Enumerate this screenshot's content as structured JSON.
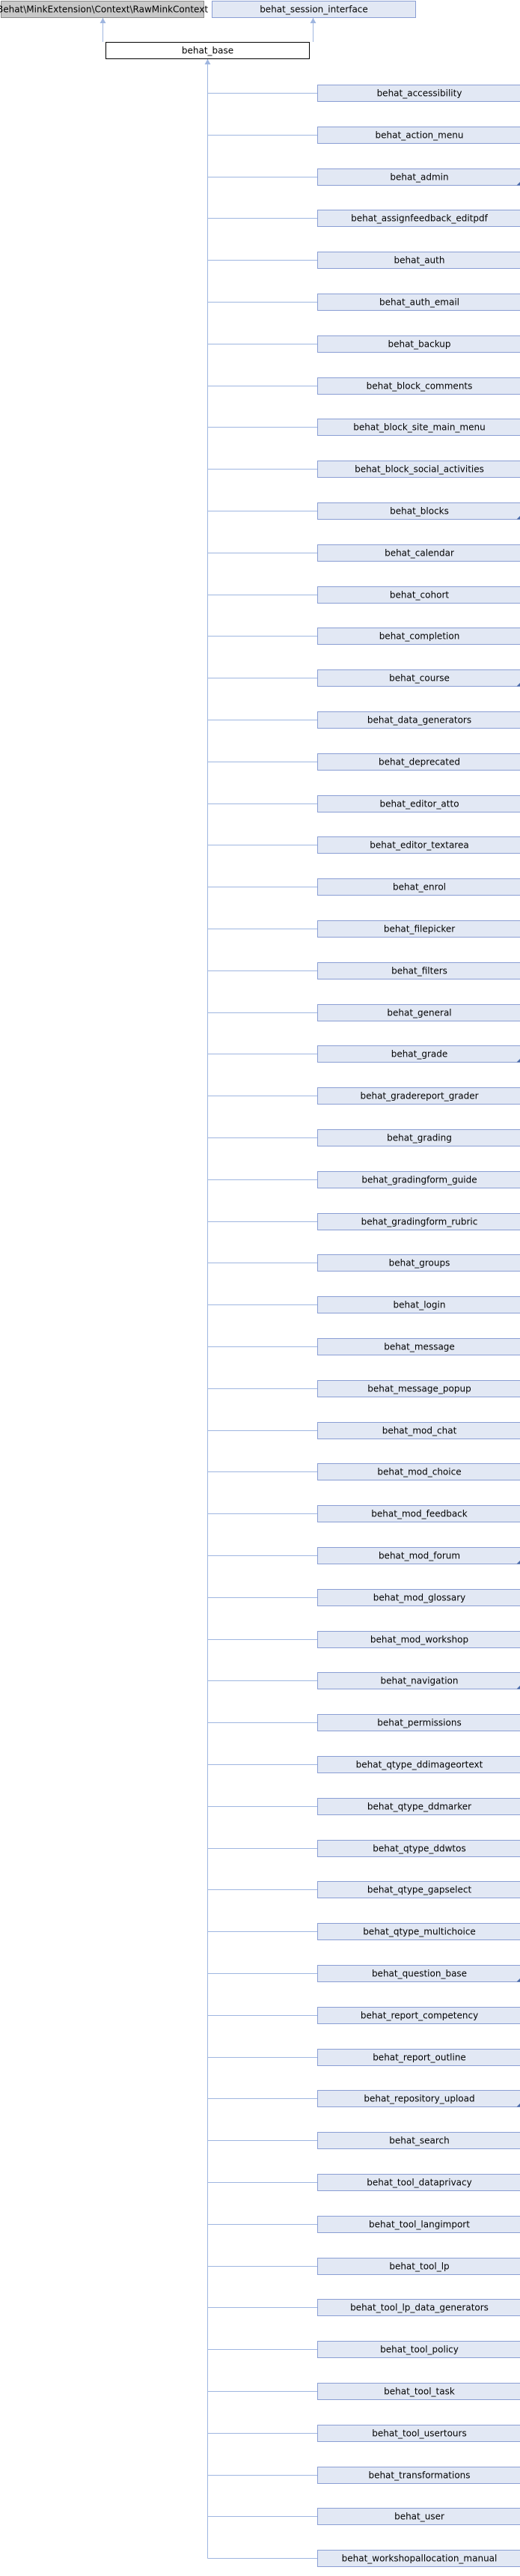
{
  "colors": {
    "node_fill": "#e2e8f4",
    "node_stroke": "#8a9ed4",
    "base_fill": "#ffffff",
    "base_stroke": "#000000",
    "external_fill": "#c8c8c8",
    "external_stroke": "#8a8a8a",
    "edge": "#9fb6e0",
    "fold_marker": "#4a6aa8"
  },
  "parents": [
    {
      "label": "Behat\\MinkExtension\\Context\\RawMinkContext",
      "kind": "external"
    },
    {
      "label": "behat_session_interface",
      "kind": "interface"
    }
  ],
  "base": {
    "label": "behat_base"
  },
  "children": [
    {
      "label": "behat_accessibility",
      "has_more": false
    },
    {
      "label": "behat_action_menu",
      "has_more": false
    },
    {
      "label": "behat_admin",
      "has_more": true
    },
    {
      "label": "behat_assignfeedback_editpdf",
      "has_more": false
    },
    {
      "label": "behat_auth",
      "has_more": false
    },
    {
      "label": "behat_auth_email",
      "has_more": false
    },
    {
      "label": "behat_backup",
      "has_more": false
    },
    {
      "label": "behat_block_comments",
      "has_more": false
    },
    {
      "label": "behat_block_site_main_menu",
      "has_more": false
    },
    {
      "label": "behat_block_social_activities",
      "has_more": false
    },
    {
      "label": "behat_blocks",
      "has_more": true
    },
    {
      "label": "behat_calendar",
      "has_more": false
    },
    {
      "label": "behat_cohort",
      "has_more": false
    },
    {
      "label": "behat_completion",
      "has_more": false
    },
    {
      "label": "behat_course",
      "has_more": true
    },
    {
      "label": "behat_data_generators",
      "has_more": false
    },
    {
      "label": "behat_deprecated",
      "has_more": false
    },
    {
      "label": "behat_editor_atto",
      "has_more": false
    },
    {
      "label": "behat_editor_textarea",
      "has_more": false
    },
    {
      "label": "behat_enrol",
      "has_more": false
    },
    {
      "label": "behat_filepicker",
      "has_more": false
    },
    {
      "label": "behat_filters",
      "has_more": false
    },
    {
      "label": "behat_general",
      "has_more": false
    },
    {
      "label": "behat_grade",
      "has_more": true
    },
    {
      "label": "behat_gradereport_grader",
      "has_more": false
    },
    {
      "label": "behat_grading",
      "has_more": false
    },
    {
      "label": "behat_gradingform_guide",
      "has_more": false
    },
    {
      "label": "behat_gradingform_rubric",
      "has_more": false
    },
    {
      "label": "behat_groups",
      "has_more": false
    },
    {
      "label": "behat_login",
      "has_more": false
    },
    {
      "label": "behat_message",
      "has_more": false
    },
    {
      "label": "behat_message_popup",
      "has_more": false
    },
    {
      "label": "behat_mod_chat",
      "has_more": false
    },
    {
      "label": "behat_mod_choice",
      "has_more": false
    },
    {
      "label": "behat_mod_feedback",
      "has_more": false
    },
    {
      "label": "behat_mod_forum",
      "has_more": true
    },
    {
      "label": "behat_mod_glossary",
      "has_more": false
    },
    {
      "label": "behat_mod_workshop",
      "has_more": false
    },
    {
      "label": "behat_navigation",
      "has_more": true
    },
    {
      "label": "behat_permissions",
      "has_more": false
    },
    {
      "label": "behat_qtype_ddimageortext",
      "has_more": false
    },
    {
      "label": "behat_qtype_ddmarker",
      "has_more": false
    },
    {
      "label": "behat_qtype_ddwtos",
      "has_more": false
    },
    {
      "label": "behat_qtype_gapselect",
      "has_more": false
    },
    {
      "label": "behat_qtype_multichoice",
      "has_more": false
    },
    {
      "label": "behat_question_base",
      "has_more": true
    },
    {
      "label": "behat_report_competency",
      "has_more": false
    },
    {
      "label": "behat_report_outline",
      "has_more": false
    },
    {
      "label": "behat_repository_upload",
      "has_more": true
    },
    {
      "label": "behat_search",
      "has_more": false
    },
    {
      "label": "behat_tool_dataprivacy",
      "has_more": false
    },
    {
      "label": "behat_tool_langimport",
      "has_more": false
    },
    {
      "label": "behat_tool_lp",
      "has_more": false
    },
    {
      "label": "behat_tool_lp_data_generators",
      "has_more": false
    },
    {
      "label": "behat_tool_policy",
      "has_more": false
    },
    {
      "label": "behat_tool_task",
      "has_more": false
    },
    {
      "label": "behat_tool_usertours",
      "has_more": false
    },
    {
      "label": "behat_transformations",
      "has_more": false
    },
    {
      "label": "behat_user",
      "has_more": false
    },
    {
      "label": "behat_workshopallocation_manual",
      "has_more": false
    }
  ]
}
